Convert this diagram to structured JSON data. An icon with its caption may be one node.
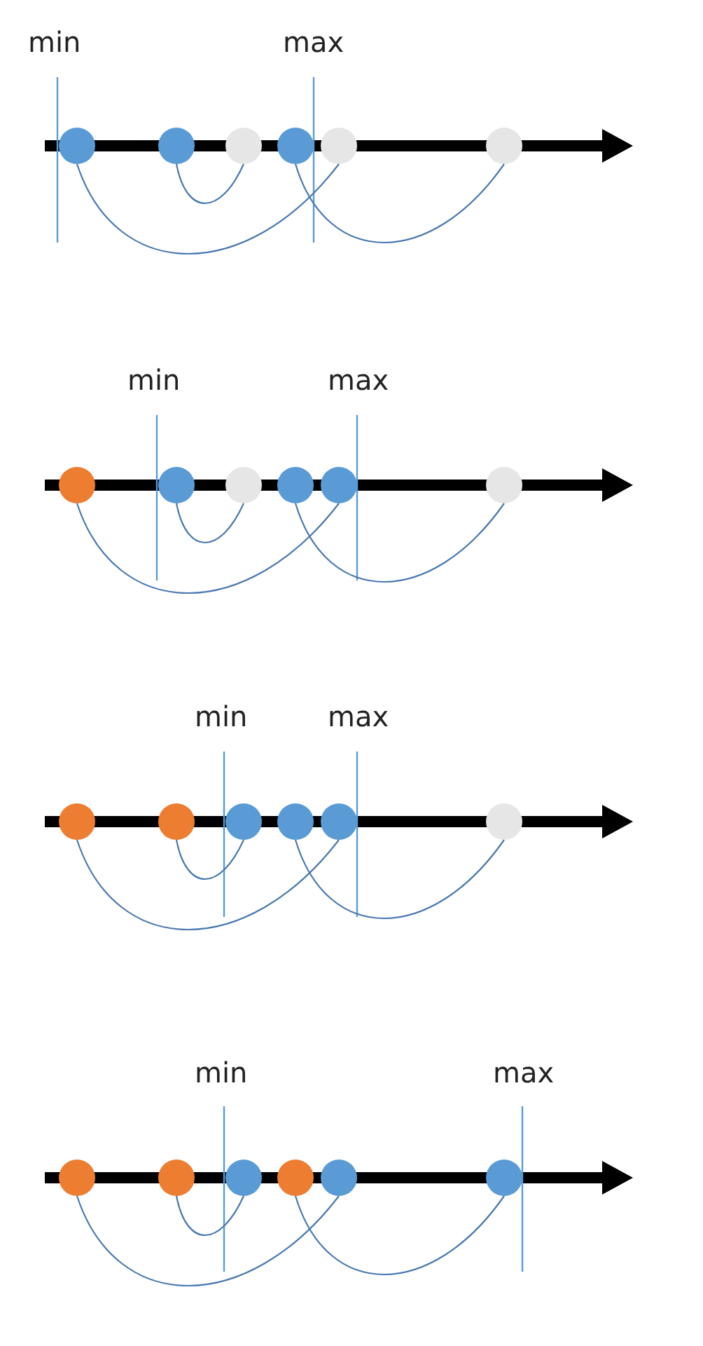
{
  "diagram": {
    "nodes": [
      {
        "text": [],
        "shape": "circle"
      },
      {
        "text": [],
        "shape": "circle"
      },
      {
        "text": [],
        "shape": "circle"
      },
      {
        "text": [],
        "shape": "circle"
      },
      {
        "text": [],
        "shape": "circle"
      },
      {
        "text": [],
        "shape": "circle"
      },
      {
        "text": [],
        "shape": "circle"
      },
      {
        "text": [],
        "shape": "circle"
      },
      {
        "text": [],
        "shape": "circle"
      },
      {
        "text": [],
        "shape": "circle"
      },
      {
        "text": [],
        "shape": "circle"
      },
      {
        "text": [],
        "shape": "circle"
      },
      {
        "text": [],
        "shape": "circle"
      },
      {
        "text": [],
        "shape": "circle"
      },
      {
        "text": [],
        "shape": "circle"
      },
      {
        "text": [],
        "shape": "circle"
      },
      {
        "text": [],
        "shape": "circle"
      },
      {
        "text": [],
        "shape": "circle"
      },
      {
        "text": [],
        "shape": "circle"
      },
      {
        "text": [],
        "shape": "circle"
      },
      {
        "text": [],
        "shape": "circle"
      },
      {
        "text": [],
        "shape": "circle"
      },
      {
        "text": [],
        "shape": "circle"
      },
      {
        "text": [],
        "shape": "circle"
      }
    ],
    "edges": [
      {
        "from": 0,
        "to": 4,
        "arrow": "none"
      },
      {
        "from": 1,
        "to": 2,
        "arrow": "none"
      },
      {
        "from": 3,
        "to": 5,
        "arrow": "none"
      },
      {
        "from": 6,
        "to": 10,
        "arrow": "none"
      },
      {
        "from": 7,
        "to": 8,
        "arrow": "none"
      },
      {
        "from": 9,
        "to": 11,
        "arrow": "none"
      },
      {
        "from": 12,
        "to": 16,
        "arrow": "none"
      },
      {
        "from": 13,
        "to": 14,
        "arrow": "none"
      },
      {
        "from": 15,
        "to": 17,
        "arrow": "none"
      },
      {
        "from": 18,
        "to": 22,
        "arrow": "none"
      },
      {
        "from": 19,
        "to": 20,
        "arrow": "none"
      },
      {
        "from": 21,
        "to": 23,
        "arrow": "none"
      }
    ],
    "labels": [
      "min",
      "max",
      "min",
      "max",
      "min",
      "max",
      "min",
      "max"
    ]
  }
}
